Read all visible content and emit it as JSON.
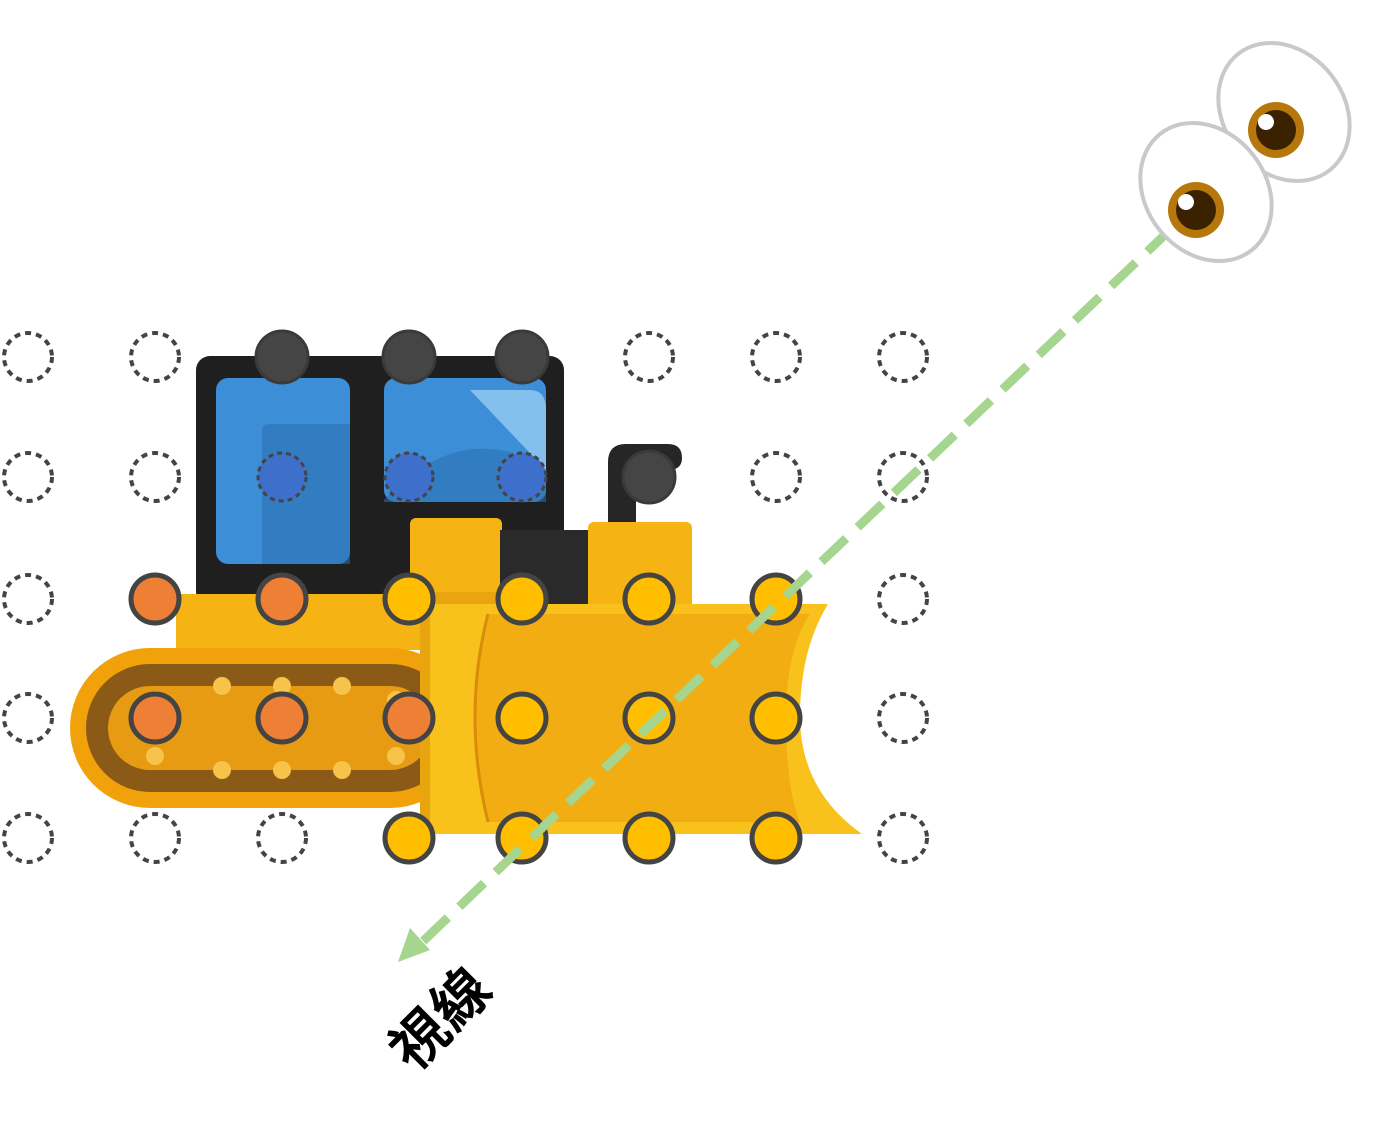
{
  "diagram": {
    "label_sight_line": "視線",
    "colors": {
      "bulldozer_yellow": "#FFC107",
      "blade_yellow": "#F5B414",
      "cab_black": "#1F1F1F",
      "window_blue": "#3C8FD6",
      "track_brown": "#8A5A16",
      "dot_orange": "#EE8035",
      "dot_yellow": "#FFBF00",
      "dot_blue": "#3E6FCB",
      "dot_dark": "#454545",
      "sight_line": "#A6D58F"
    },
    "grid": {
      "columns": 8,
      "rows": 5,
      "states": [
        [
          "empty",
          "empty",
          "dark",
          "dark",
          "dark",
          "empty",
          "empty",
          "empty"
        ],
        [
          "empty",
          "empty",
          "blue",
          "blue",
          "blue",
          "dark",
          "empty",
          "empty"
        ],
        [
          "empty",
          "orange",
          "orange",
          "yellow",
          "yellow",
          "yellow",
          "yellow",
          "empty"
        ],
        [
          "empty",
          "orange",
          "orange",
          "orange",
          "yellow",
          "yellow",
          "yellow",
          "empty"
        ],
        [
          "empty",
          "empty",
          "empty",
          "yellow",
          "yellow",
          "yellow",
          "yellow",
          "empty"
        ]
      ]
    },
    "icons": [
      "bulldozer-icon",
      "eyes-icon"
    ]
  }
}
